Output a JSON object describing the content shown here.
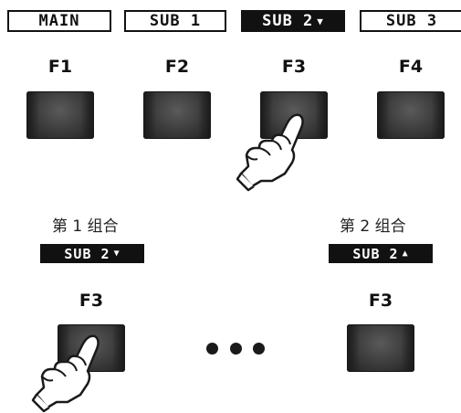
{
  "tabs": [
    {
      "label": "MAIN",
      "active": false,
      "arrow": ""
    },
    {
      "label": "SUB 1",
      "active": false,
      "arrow": ""
    },
    {
      "label": "SUB 2",
      "active": true,
      "arrow": "▼"
    },
    {
      "label": "SUB 3",
      "active": false,
      "arrow": ""
    }
  ],
  "function_keys": [
    {
      "label": "F1"
    },
    {
      "label": "F2"
    },
    {
      "label": "F3"
    },
    {
      "label": "F4"
    }
  ],
  "groups": [
    {
      "label": "第 1 组合",
      "badge": "SUB 2",
      "badge_arrow": "▼",
      "key_label": "F3"
    },
    {
      "label": "第 2 组合",
      "badge": "SUB 2",
      "badge_arrow": "▲",
      "key_label": "F3"
    }
  ],
  "colors": {
    "button_dark": "#3a3a3a",
    "active_tab_bg": "#111111",
    "text": "#1a1a1a"
  },
  "icons": {
    "pressing_hand": "pointing-hand-icon",
    "ellipsis": "ellipsis-icon"
  }
}
